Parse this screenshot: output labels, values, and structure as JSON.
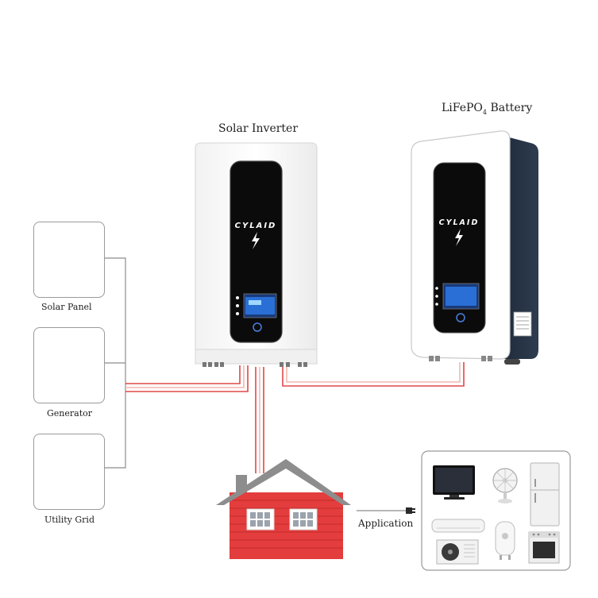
{
  "inverter": {
    "title": "Solar Inverter",
    "brand": "CYLAID"
  },
  "battery": {
    "title_main": "LiFePO",
    "title_sub": "4",
    "title_rest": " Battery",
    "brand": "CYLAID"
  },
  "sources": [
    {
      "label": "Solar Panel",
      "icon": "solar-panel-icon"
    },
    {
      "label": "Generator",
      "icon": "generator-icon"
    },
    {
      "label": "Utility Grid",
      "icon": "power-tower-icon"
    }
  ],
  "application_label": "Application",
  "colors": {
    "wire_red": "#e04848",
    "wire_pink": "#f4b7b0",
    "wire_gray": "#8c8c8c",
    "house_red": "#e33d3d",
    "roof_gray": "#8d8d8d",
    "screen_black": "#0b0b0b",
    "lcd_blue": "#2a6fd6"
  }
}
